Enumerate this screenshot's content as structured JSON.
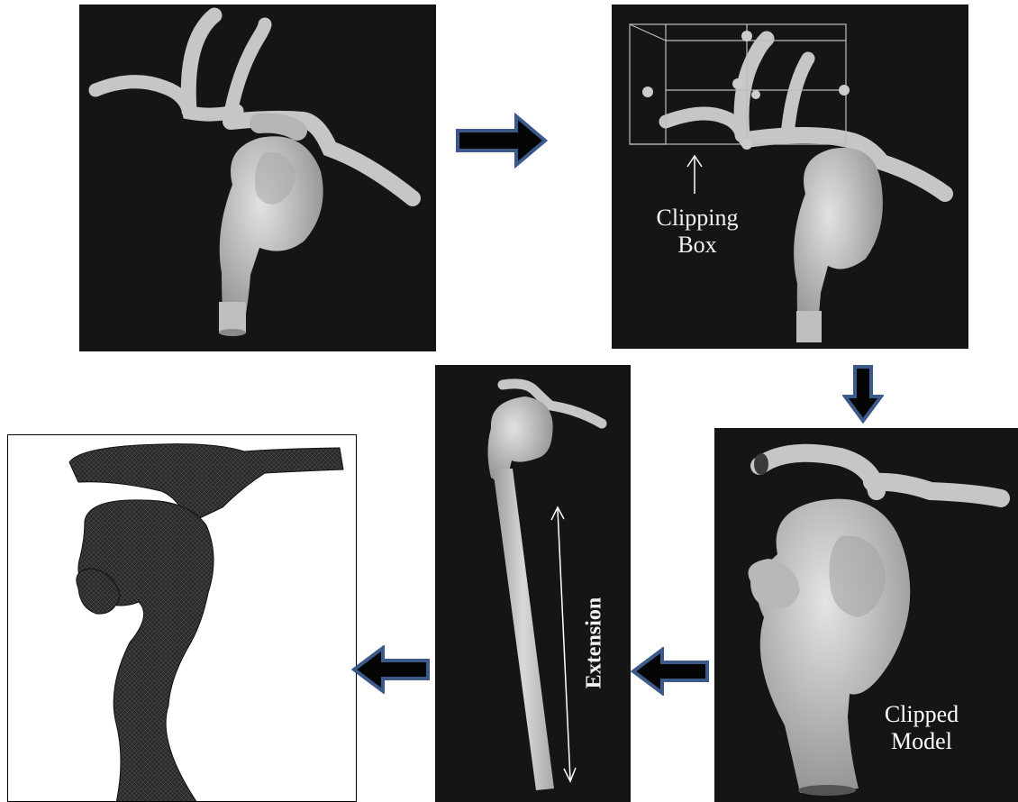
{
  "colors": {
    "panel_bg": "#151515",
    "vessel": "#cfcfcf",
    "vessel_shade": "#9a9a9a",
    "arrow_fill": "#050505",
    "arrow_stroke": "#3b5a8a",
    "label_text": "#f2f2f2",
    "mesh": "#1e1e1e"
  },
  "panels": {
    "original_model": {},
    "clipping_box": {
      "label_line1": "Clipping",
      "label_line2": "Box"
    },
    "clipped_model": {
      "label_line1": "Clipped",
      "label_line2": "Model"
    },
    "extension": {
      "label": "Extension"
    },
    "mesh_model": {}
  },
  "flow_arrows": [
    {
      "id": "arrow-1",
      "direction": "right"
    },
    {
      "id": "arrow-2",
      "direction": "down"
    },
    {
      "id": "arrow-3",
      "direction": "left"
    },
    {
      "id": "arrow-4",
      "direction": "left"
    }
  ]
}
